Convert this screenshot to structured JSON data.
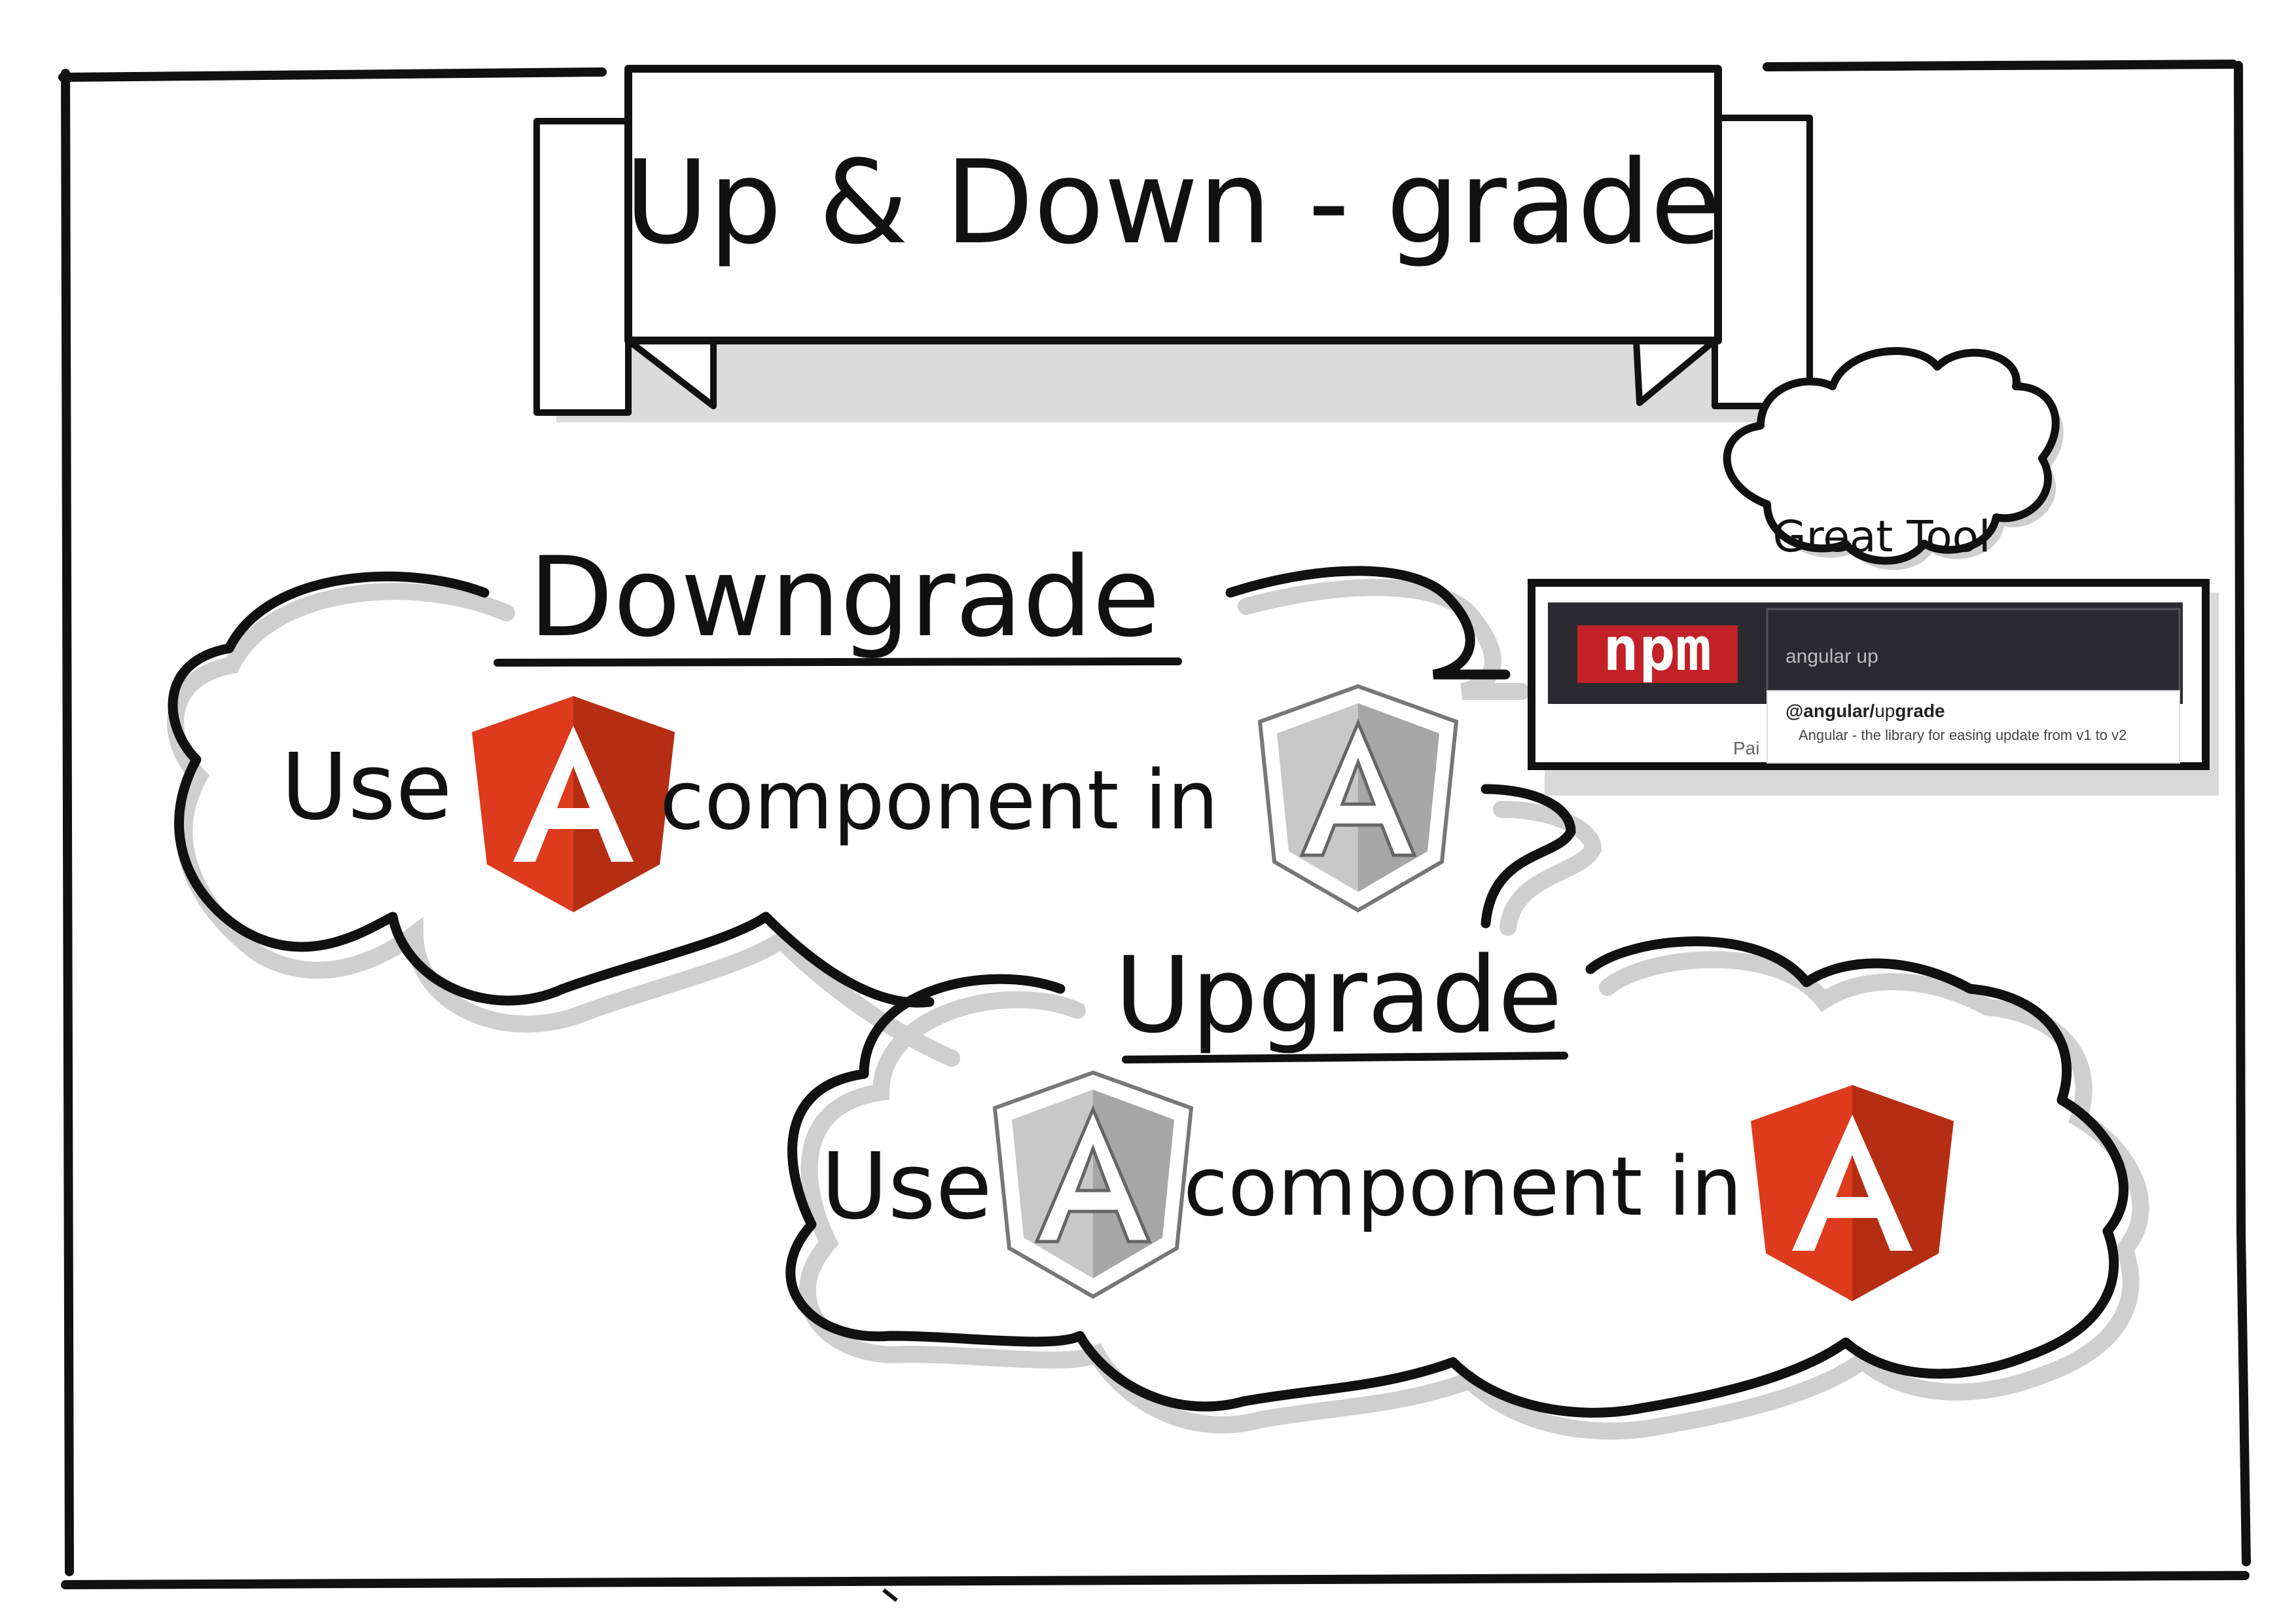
{
  "banner": {
    "title": "Up & Down - grade"
  },
  "great_tool": {
    "label": "Great Tool"
  },
  "downgrade": {
    "heading": "Downgrade",
    "use": "Use",
    "phrase": "component in",
    "from_logo": "angular-red-logo",
    "to_logo": "angularjs-gray-logo"
  },
  "upgrade": {
    "heading": "Upgrade",
    "use": "Use",
    "phrase": "component in",
    "from_logo": "angularjs-gray-logo",
    "to_logo": "angular-red-logo"
  },
  "npm": {
    "logo": "npm",
    "search_value": "angular up",
    "result_scope": "@angular/",
    "result_name_match": "up",
    "result_name_rest": "grade",
    "result_description": "Angular - the library for easing update from v1 to v2",
    "cut_text": "Pai"
  },
  "colors": {
    "angular_red": "#dd3a1e",
    "angular_red_dark": "#b52e14",
    "angularjs_gray": "#c9c8c8",
    "angularjs_gray_dark": "#a7a6a6",
    "npm_red": "#c12127",
    "npm_dark": "#2b2a30",
    "shadow": "#cfcfcf"
  }
}
